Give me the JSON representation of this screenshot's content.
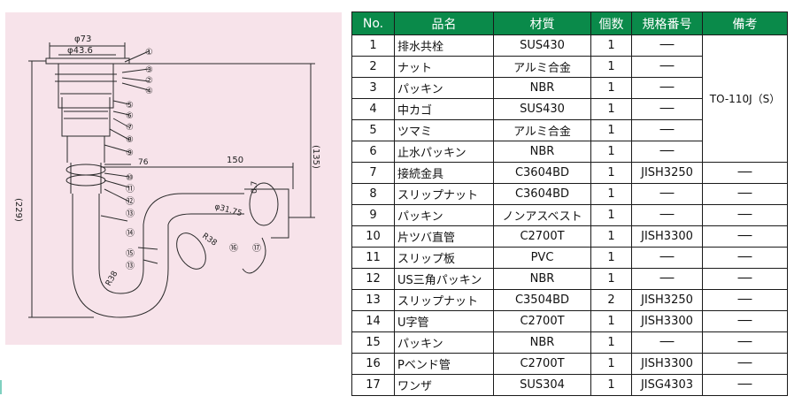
{
  "headers": [
    "No.",
    "品名",
    "材質",
    "個数",
    "規格番号",
    "備考"
  ],
  "rows": [
    {
      "no": "1",
      "name": "排水共栓",
      "material": "SUS430",
      "qty": "1",
      "spec": "──"
    },
    {
      "no": "2",
      "name": "ナット",
      "material": "アルミ合金",
      "qty": "1",
      "spec": "──"
    },
    {
      "no": "3",
      "name": "パッキン",
      "material": "NBR",
      "qty": "1",
      "spec": "──"
    },
    {
      "no": "4",
      "name": "中カゴ",
      "material": "SUS430",
      "qty": "1",
      "spec": "──"
    },
    {
      "no": "5",
      "name": "ツマミ",
      "material": "アルミ合金",
      "qty": "1",
      "spec": "──"
    },
    {
      "no": "6",
      "name": "止水パッキン",
      "material": "NBR",
      "qty": "1",
      "spec": "──"
    },
    {
      "no": "7",
      "name": "接続金具",
      "material": "C3604BD",
      "qty": "1",
      "spec": "JISH3250",
      "note": "──"
    },
    {
      "no": "8",
      "name": "スリップナット",
      "material": "C3604BD",
      "qty": "1",
      "spec": "──",
      "note": "──"
    },
    {
      "no": "9",
      "name": "パッキン",
      "material": "ノンアスベスト",
      "qty": "1",
      "spec": "──",
      "note": "──"
    },
    {
      "no": "10",
      "name": "片ツバ直管",
      "material": "C2700T",
      "qty": "1",
      "spec": "JISH3300",
      "note": "──"
    },
    {
      "no": "11",
      "name": "スリップ板",
      "material": "PVC",
      "qty": "1",
      "spec": "──",
      "note": "──"
    },
    {
      "no": "12",
      "name": "US三角パッキン",
      "material": "NBR",
      "qty": "1",
      "spec": "──",
      "note": "──"
    },
    {
      "no": "13",
      "name": "スリップナット",
      "material": "C3504BD",
      "qty": "2",
      "spec": "JISH3250",
      "note": "──"
    },
    {
      "no": "14",
      "name": "U字管",
      "material": "C2700T",
      "qty": "1",
      "spec": "JISH3300",
      "note": "──"
    },
    {
      "no": "15",
      "name": "パッキン",
      "material": "NBR",
      "qty": "1",
      "spec": "──",
      "note": "──"
    },
    {
      "no": "16",
      "name": "Pベンド管",
      "material": "C2700T",
      "qty": "1",
      "spec": "JISH3300",
      "note": "──"
    },
    {
      "no": "17",
      "name": "ワンザ",
      "material": "SUS304",
      "qty": "1",
      "spec": "JISG4303",
      "note": "──"
    }
  ],
  "merged_note": "TO-110J（S）",
  "diagram": {
    "dim_phi73": "φ73",
    "dim_phi436": "φ43.6",
    "dim_150": "150",
    "dim_135": "(135)",
    "dim_229": "(229)",
    "dim_76": "76",
    "dim_07": "0.7",
    "dim_phi3175": "φ31.75",
    "dim_r38a": "R38",
    "dim_r38b": "R38",
    "callouts": [
      "①",
      "③",
      "②",
      "④",
      "⑤",
      "⑥",
      "⑦",
      "⑧",
      "⑨",
      "⑩",
      "⑪",
      "⑫",
      "⑬",
      "⑭",
      "⑮",
      "⑬",
      "⑯",
      "⑰"
    ]
  }
}
